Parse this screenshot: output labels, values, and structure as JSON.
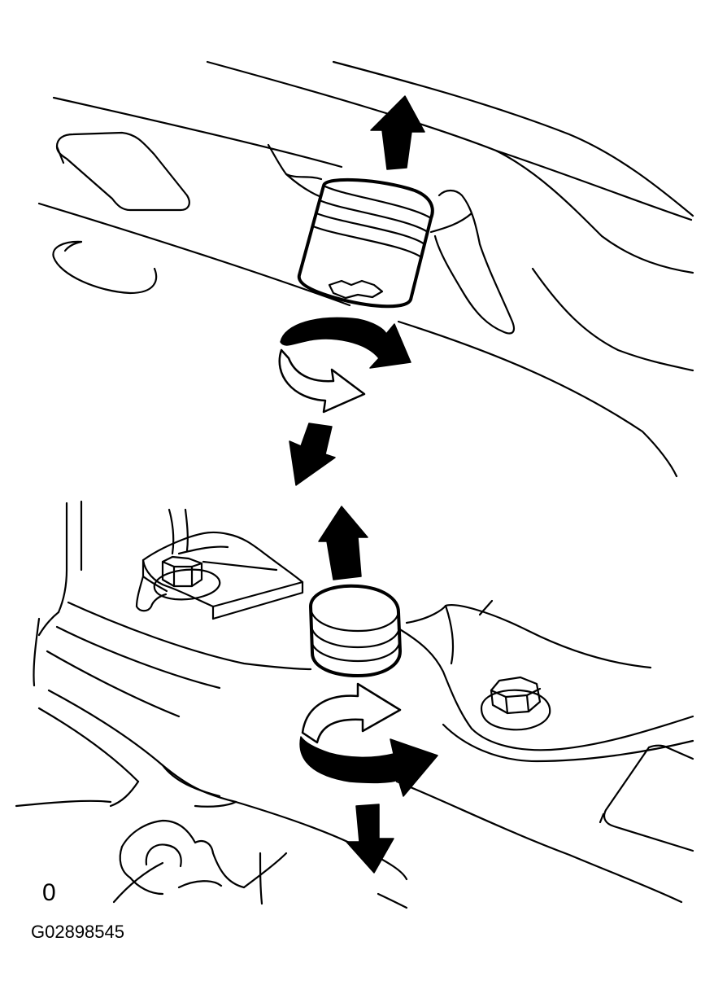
{
  "figure": {
    "view_label": "0",
    "figure_code": "G02898545"
  },
  "parts": {
    "upper": "upper-stopper-cushion",
    "lower": "lower-stopper-cushion"
  },
  "icons": [
    "arrow-up-icon",
    "arrow-down-icon",
    "rotate-clockwise-icon",
    "bolt-icon"
  ],
  "colors": {
    "line": "#000000",
    "background": "#ffffff"
  }
}
